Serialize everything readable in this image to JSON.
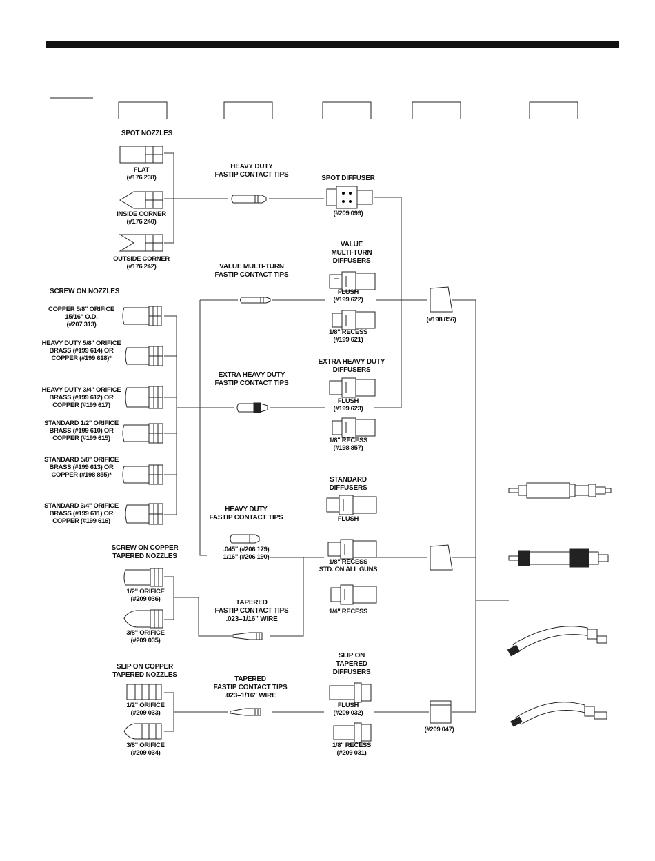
{
  "labels": {
    "spot_nozzles": "SPOT NOZZLES",
    "flat": [
      "FLAT",
      "(#176 238)"
    ],
    "inside_corner": [
      "INSIDE CORNER",
      "(#176 240)"
    ],
    "outside_corner": [
      "OUTSIDE CORNER",
      "(#176 242)"
    ],
    "hd_tips_top": [
      "HEAVY DUTY",
      "FASTIP CONTACT TIPS"
    ],
    "spot_diffuser": "SPOT DIFFUSER",
    "spot_diffuser_pn": "(#209 099)",
    "value_diffusers": [
      "VALUE",
      "MULTI-TURN",
      "DIFFUSERS"
    ],
    "value_flush": [
      "FLUSH",
      "(#199 622)"
    ],
    "value_recess": [
      "1/8\" RECESS",
      "(#199 621)"
    ],
    "value_tips": [
      "VALUE MULTI-TURN",
      "FASTIP CONTACT TIPS"
    ],
    "insulator_1": "(#198 856)",
    "screw_on_nozzles": "SCREW ON NOZZLES",
    "nz1": [
      "COPPER 5/8\" ORIFICE",
      "15/16\" O.D.",
      "(#207 313)"
    ],
    "nz2": [
      "HEAVY DUTY 5/8\" ORIFICE",
      "BRASS (#199 614) OR",
      "COPPER (#199 618)*"
    ],
    "nz3": [
      "HEAVY DUTY 3/4\" ORIFICE",
      "BRASS (#199 612) OR",
      "COPPER (#199 617)"
    ],
    "nz4": [
      "STANDARD 1/2\" ORIFICE",
      "BRASS (#199 610) OR",
      "COPPER (#199 615)"
    ],
    "nz5": [
      "STANDARD 5/8\" ORIFICE",
      "BRASS (#199 613) OR",
      "COPPER (#198 855)*"
    ],
    "nz6": [
      "STANDARD 3/4\" ORIFICE",
      "BRASS (#199 611) OR",
      "COPPER (#199 616)"
    ],
    "ehd_tips": [
      "EXTRA HEAVY DUTY",
      "FASTIP CONTACT TIPS"
    ],
    "ehd_diffusers": [
      "EXTRA HEAVY DUTY",
      "DIFFUSERS"
    ],
    "ehd_flush": [
      "FLUSH",
      "(#199 623)"
    ],
    "ehd_recess": [
      "1/8\" RECESS",
      "(#198 857)"
    ],
    "std_diffusers": [
      "STANDARD",
      "DIFFUSERS"
    ],
    "std_flush": "FLUSH",
    "std_recess": [
      "1/8\" RECESS",
      "STD. ON ALL GUNS"
    ],
    "std_quarter": "1/4\" RECESS",
    "hd_tips_mid": [
      "HEAVY DUTY",
      "FASTIP CONTACT TIPS"
    ],
    "hd_tips_mid_pn": [
      ".045\" (#206 179)",
      "1/16\" (#206 190)"
    ],
    "screw_tapered": [
      "SCREW ON COPPER",
      "TAPERED NOZZLES"
    ],
    "st_half": [
      "1/2\" ORIFICE",
      "(#209 036)"
    ],
    "st_38": [
      "3/8\" ORIFICE",
      "(#209 035)"
    ],
    "tapered_tips_1": [
      "TAPERED",
      "FASTIP CONTACT TIPS",
      ".023–1/16\" WIRE"
    ],
    "slip_tapered": [
      "SLIP ON COPPER",
      "TAPERED NOZZLES"
    ],
    "sl_half": [
      "1/2\" ORIFICE",
      "(#209 033)"
    ],
    "sl_38": [
      "3/8\" ORIFICE",
      "(#209 034)"
    ],
    "tapered_tips_2": [
      "TAPERED",
      "FASTIP CONTACT TIPS",
      ".023–1/16\" WIRE"
    ],
    "slip_diffusers": [
      "SLIP ON",
      "TAPERED",
      "DIFFUSERS"
    ],
    "slip_flush": [
      "FLUSH",
      "(#209 032)"
    ],
    "slip_recess": [
      "1/8\" RECESS",
      "(#209 031)"
    ],
    "insulator_3": "(#209 047)"
  }
}
